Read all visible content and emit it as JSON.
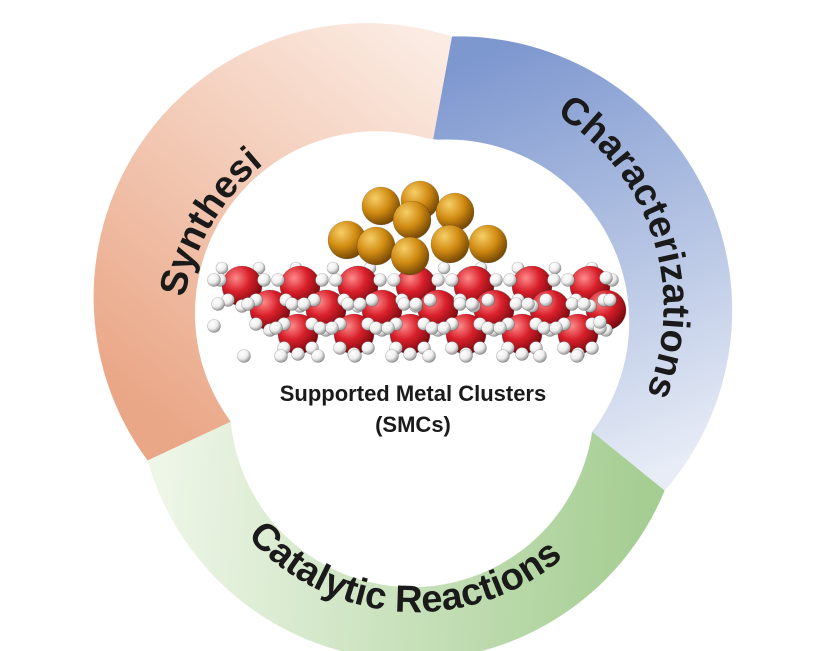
{
  "ring": {
    "segments": [
      {
        "key": "synthesis",
        "label": "Synthesis",
        "color": "#e9a98b"
      },
      {
        "key": "characterizations",
        "label": "Characterizations",
        "color": "#7e99cf"
      },
      {
        "key": "catalytic",
        "label": "Catalytic Reactions",
        "color": "#a8cf94"
      }
    ]
  },
  "center": {
    "title_line1": "Supported Metal Clusters",
    "title_line2": "(SMCs)"
  },
  "colors": {
    "cluster_atom": "#d18b12",
    "oxygen_atom": "#d81f2a",
    "hydrogen_atom": "#f4f4f4",
    "background": "#ffffff"
  }
}
